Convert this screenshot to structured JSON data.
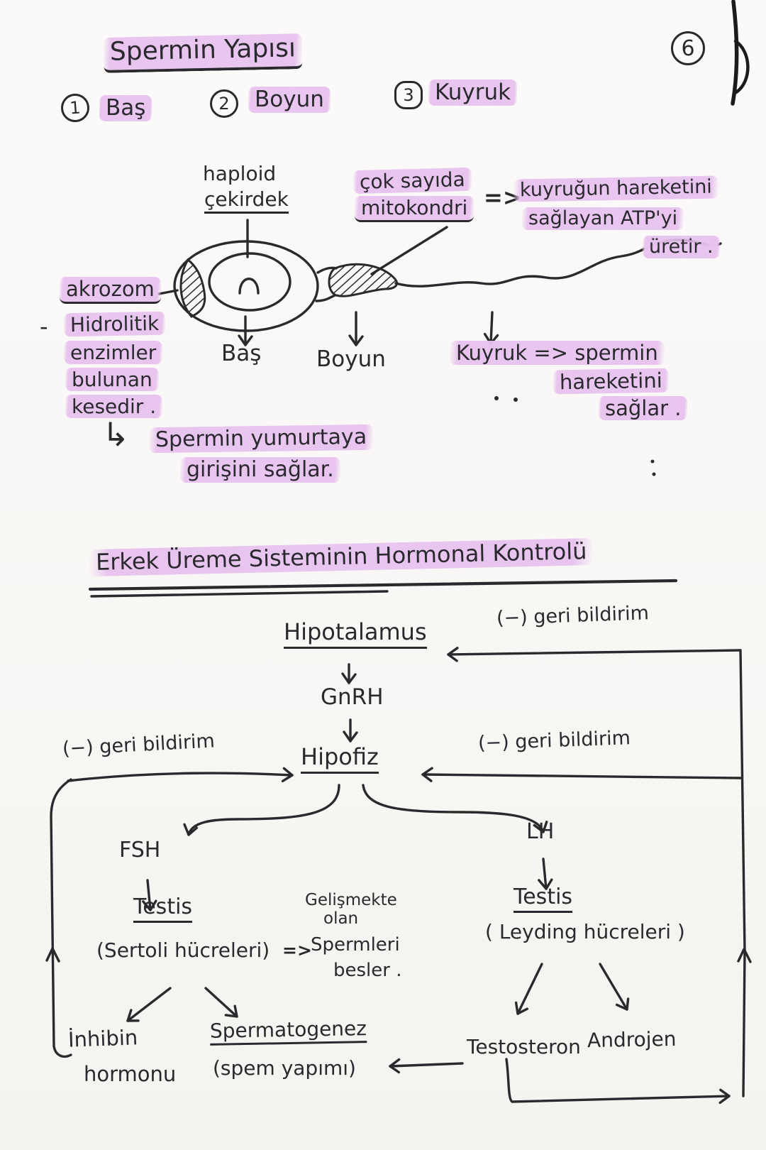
{
  "colors": {
    "ink": "#2a2a2e",
    "highlight": "#e8c4ee",
    "paper": "#f9f8f6",
    "edge": "#1b1b1d"
  },
  "page": {
    "number": "6"
  },
  "sperm": {
    "title": "Spermin Yapısı",
    "items": [
      {
        "num": "1",
        "label": "Baş"
      },
      {
        "num": "2",
        "label": "Boyun"
      },
      {
        "num": "3",
        "label": "Kuyruk"
      }
    ],
    "haploid": {
      "l1": "haploid",
      "l2": "çekirdek"
    },
    "mito": {
      "l1": "çok sayıda",
      "l2": "mitokondri",
      "arrow": "=>"
    },
    "atp": {
      "l1": "kuyruğun hareketini",
      "l2": "sağlayan ATP'yi",
      "l3": "üretir ."
    },
    "akrozom": {
      "label": "akrozom",
      "dash": "-",
      "note": [
        "Hidrolitik",
        "enzimler",
        "bulunan",
        "kesedir ."
      ]
    },
    "bas": "Baş",
    "boyun": "Boyun",
    "kuyruk_note": [
      "Kuyruk => spermin",
      "hareketini",
      "sağlar ."
    ],
    "entry": {
      "bullet": "↳",
      "l1": "Spermin yumurtaya",
      "l2": "girişini sağlar."
    }
  },
  "hormonal": {
    "title": "Erkek Üreme Sisteminin Hormonal Kontrolü",
    "hipotalamus": "Hipotalamus",
    "gnrh": "GnRH",
    "hipofiz": "Hipofiz",
    "fb_top": "(−) geri bildirim",
    "fb_left": "(−) geri bildirim",
    "fb_right": "(−) geri bildirim",
    "fsh": "FSH",
    "lh": "LH",
    "testis_left": "Testis",
    "sertoli": "(Sertoli hücreleri)",
    "sertoli_arrow": "=>",
    "gelismekte": {
      "l1": "Gelişmekte",
      "l2": "olan"
    },
    "spermleri": "Spermleri",
    "besler": "besler .",
    "testis_right": "Testis",
    "leydig": "( Leyding hücreleri )",
    "inhibin": {
      "l1": "İnhibin",
      "l2": "hormonu"
    },
    "spermatogenez": "Spermatogenez",
    "sperm_yapimi": "(spem yapımı)",
    "testosteron": "Testosteron",
    "androjen": "Androjen"
  }
}
